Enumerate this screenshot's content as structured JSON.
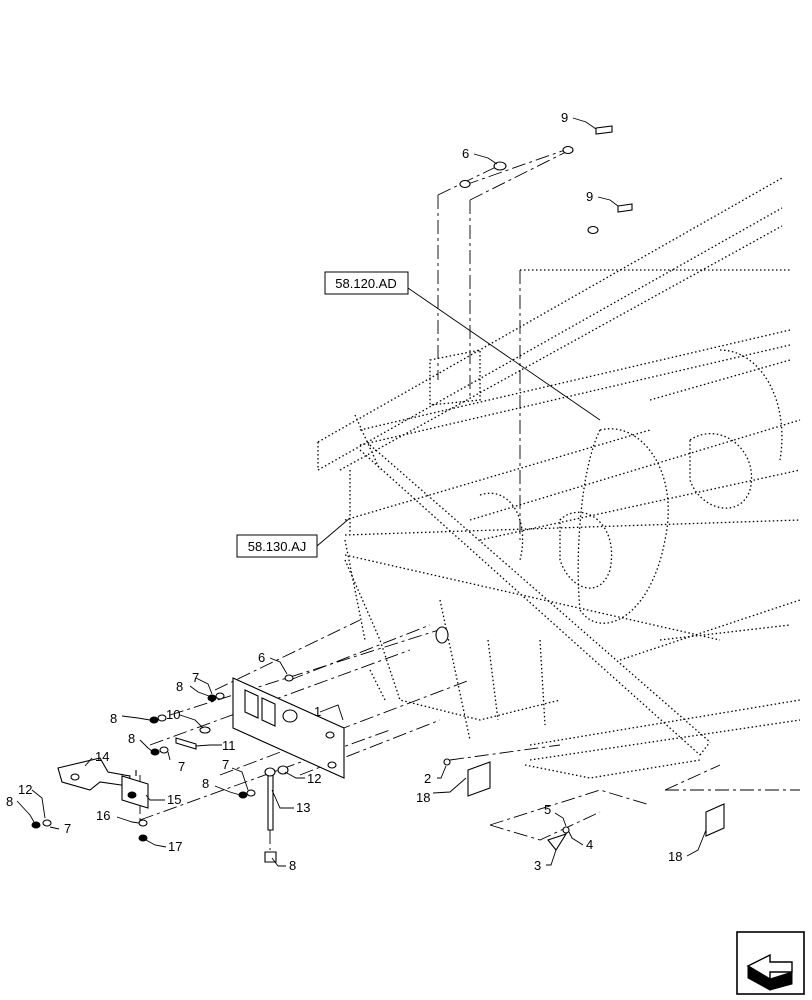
{
  "references": [
    {
      "id": "ref-58-120-ad",
      "text": "58.120.AD"
    },
    {
      "id": "ref-58-130-aj",
      "text": "58.130.AJ"
    }
  ],
  "callouts": [
    {
      "n": "1"
    },
    {
      "n": "2"
    },
    {
      "n": "3"
    },
    {
      "n": "4"
    },
    {
      "n": "5"
    },
    {
      "n": "6"
    },
    {
      "n": "6"
    },
    {
      "n": "7"
    },
    {
      "n": "7"
    },
    {
      "n": "7"
    },
    {
      "n": "7"
    },
    {
      "n": "8"
    },
    {
      "n": "8"
    },
    {
      "n": "8"
    },
    {
      "n": "8"
    },
    {
      "n": "8"
    },
    {
      "n": "8"
    },
    {
      "n": "9"
    },
    {
      "n": "9"
    },
    {
      "n": "10"
    },
    {
      "n": "11"
    },
    {
      "n": "12"
    },
    {
      "n": "12"
    },
    {
      "n": "13"
    },
    {
      "n": "14"
    },
    {
      "n": "15"
    },
    {
      "n": "16"
    },
    {
      "n": "17"
    },
    {
      "n": "18"
    },
    {
      "n": "18"
    }
  ],
  "nav_icon": "next-page-arrow-icon"
}
